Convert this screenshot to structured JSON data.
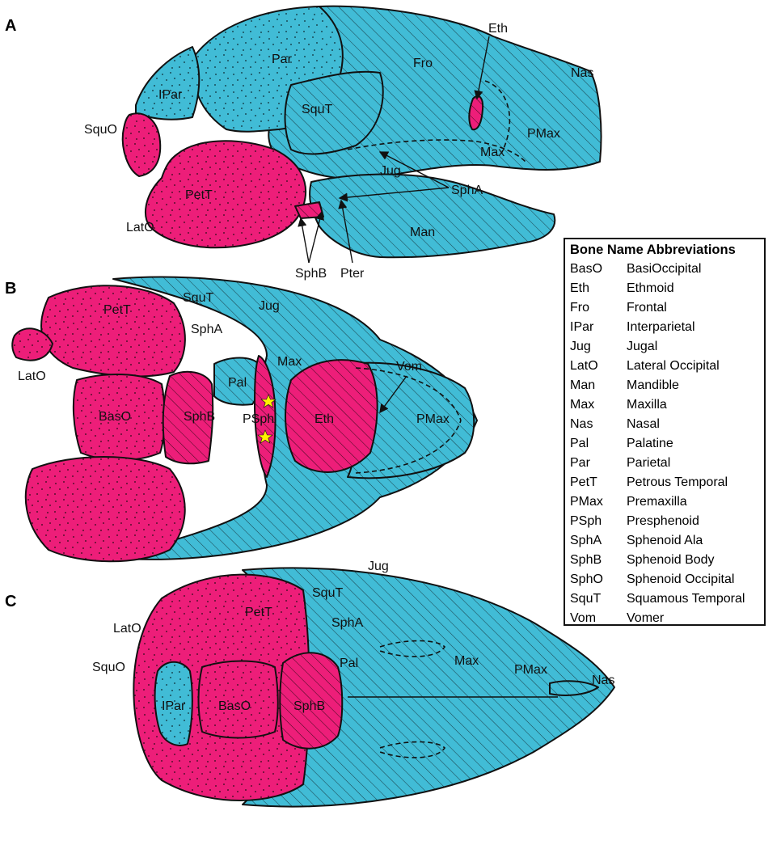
{
  "colors": {
    "cartilage_bone": "#ED1E79",
    "membrane_bone": "#41BCD6",
    "outline": "#111111",
    "marker_star": "#FFF200"
  },
  "panels": {
    "A": {
      "letter": "A",
      "labels": {
        "eth": "Eth",
        "par": "Par",
        "fro": "Fro",
        "nas": "Nas",
        "ipar": "IPar",
        "squt": "SquT",
        "squo": "SquO",
        "pmax": "PMax",
        "max": "Max",
        "jug": "Jug",
        "spha": "SphA",
        "pett": "PetT",
        "lato": "LatO",
        "man": "Man",
        "sphb": "SphB",
        "pter": "Pter"
      }
    },
    "B": {
      "letter": "B",
      "labels": {
        "squt": "SquT",
        "jug": "Jug",
        "pett": "PetT",
        "spha": "SphA",
        "lato": "LatO",
        "max": "Max",
        "vom": "Vom",
        "pal": "Pal",
        "baso": "BasO",
        "sphb": "SphB",
        "psph": "PSph",
        "eth": "Eth",
        "pmax": "PMax"
      }
    },
    "C": {
      "letter": "C",
      "labels": {
        "jug": "Jug",
        "squt": "SquT",
        "pett": "PetT",
        "lato": "LatO",
        "spha": "SphA",
        "squo": "SquO",
        "max": "Max",
        "pal": "Pal",
        "pmax": "PMax",
        "nas": "Nas",
        "ipar": "IPar",
        "baso": "BasO",
        "sphb": "SphB"
      }
    }
  },
  "legend": {
    "title": "Bone Name Abbreviations",
    "rows": [
      {
        "abbr": "BasO",
        "name": "BasiOccipital"
      },
      {
        "abbr": "Eth",
        "name": "Ethmoid"
      },
      {
        "abbr": "Fro",
        "name": "Frontal"
      },
      {
        "abbr": "IPar",
        "name": "Interparietal"
      },
      {
        "abbr": "Jug",
        "name": "Jugal"
      },
      {
        "abbr": "LatO",
        "name": "Lateral Occipital"
      },
      {
        "abbr": "Man",
        "name": "Mandible"
      },
      {
        "abbr": "Max",
        "name": "Maxilla"
      },
      {
        "abbr": "Nas",
        "name": "Nasal"
      },
      {
        "abbr": "Pal",
        "name": "Palatine"
      },
      {
        "abbr": "Par",
        "name": "Parietal"
      },
      {
        "abbr": "PetT",
        "name": "Petrous Temporal"
      },
      {
        "abbr": "PMax",
        "name": "Premaxilla"
      },
      {
        "abbr": "PSph",
        "name": "Presphenoid"
      },
      {
        "abbr": "SphA",
        "name": "Sphenoid Ala"
      },
      {
        "abbr": "SphB",
        "name": "Sphenoid Body"
      },
      {
        "abbr": "SphO",
        "name": "Sphenoid Occipital"
      },
      {
        "abbr": "SquT",
        "name": "Squamous Temporal"
      },
      {
        "abbr": "Vom",
        "name": "Vomer"
      }
    ]
  }
}
